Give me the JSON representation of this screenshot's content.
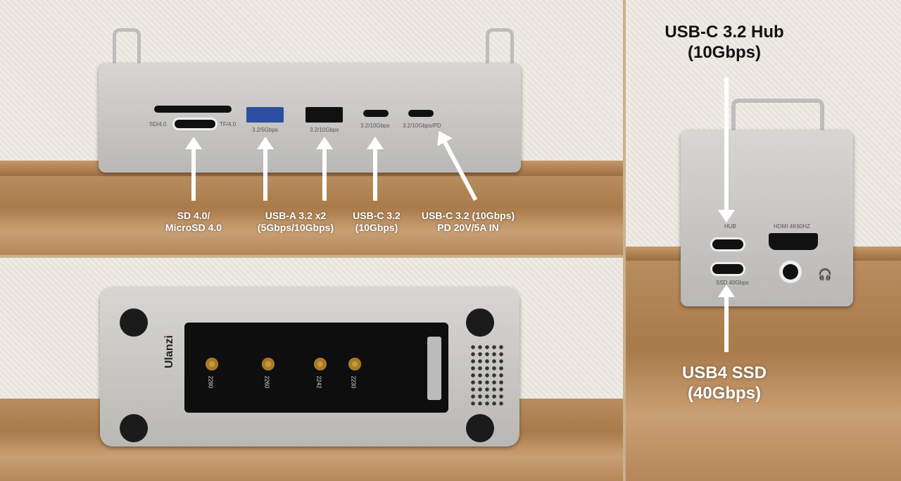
{
  "front_panel": {
    "port_labels": {
      "sd": "SD/4.0",
      "tf": "TF/4.0",
      "usba_5": "3.2/5Gbps",
      "usba_10": "3.2/10Gbps",
      "usbc": "3.2/10Gbps",
      "usbc_pd": "3.2/10Gbps/PD"
    },
    "annotations": [
      {
        "line1": "SD 4.0/",
        "line2": "MicroSD 4.0"
      },
      {
        "line1": "USB-A 3.2 x2",
        "line2": "(5Gbps/10Gbps)"
      },
      {
        "line1": "USB-C 3.2",
        "line2": "(10Gbps)"
      },
      {
        "line1": "USB-C 3.2 (10Gbps)",
        "line2": "PD 20V/5A IN"
      }
    ]
  },
  "bottom_panel": {
    "brand": "Ulanzi",
    "ssd_sizes": [
      "2280",
      "2260",
      "2242",
      "2230"
    ]
  },
  "rear_panel": {
    "top_annotation": {
      "line1": "USB-C 3.2 Hub",
      "line2": "(10Gbps)"
    },
    "bottom_annotation": {
      "line1": "USB4 SSD",
      "line2": "(40Gbps)"
    },
    "port_labels": {
      "hub": "HUB",
      "ssd": "SSD 40Gbps",
      "hdmi": "HDMI 4K60HZ"
    }
  }
}
